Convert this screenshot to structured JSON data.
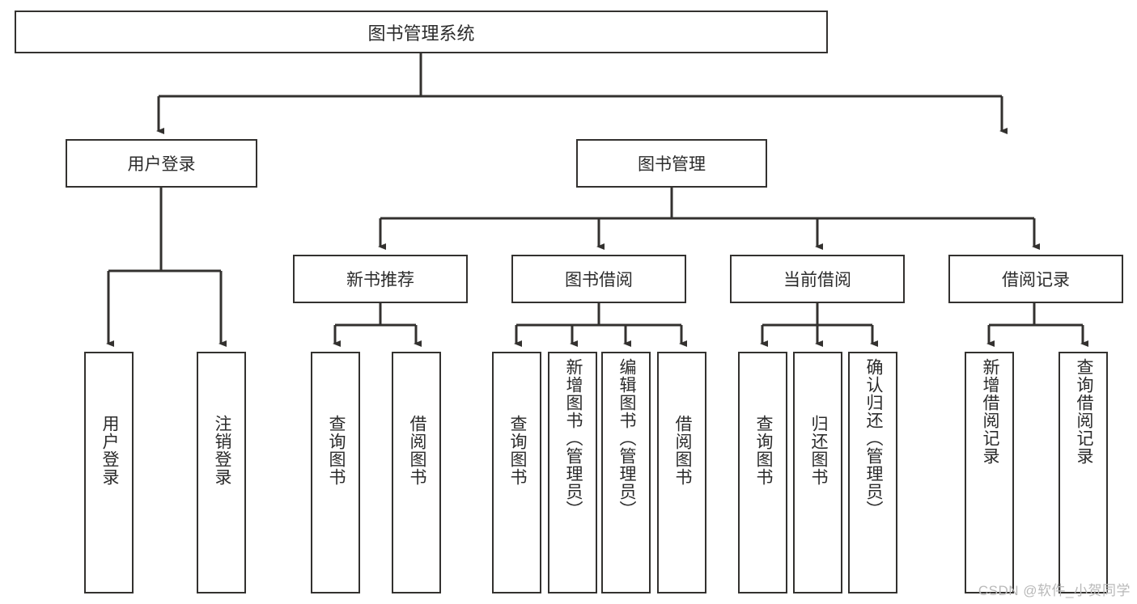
{
  "diagram": {
    "title": "图书管理系统",
    "type": "tree",
    "root": {
      "label": "图书管理系统"
    },
    "level1": [
      {
        "label": "用户登录"
      },
      {
        "label": "图书管理"
      }
    ],
    "level2": [
      {
        "label": "新书推荐"
      },
      {
        "label": "图书借阅"
      },
      {
        "label": "当前借阅"
      },
      {
        "label": "借阅记录"
      }
    ],
    "leaves": {
      "user_login": [
        {
          "label": "用户登录"
        },
        {
          "label": "注销登录"
        }
      ],
      "new_book_recommend": [
        {
          "label": "查询图书"
        },
        {
          "label": "借阅图书"
        }
      ],
      "book_borrow": [
        {
          "label": "查询图书"
        },
        {
          "label": "新增图书（管理员）"
        },
        {
          "label": "编辑图书（管理员）"
        },
        {
          "label": "借阅图书"
        }
      ],
      "current_borrow": [
        {
          "label": "查询图书"
        },
        {
          "label": "归还图书"
        },
        {
          "label": "确认归还（管理员）"
        }
      ],
      "borrow_record": [
        {
          "label": "新增借阅记录"
        },
        {
          "label": "查询借阅记录"
        }
      ]
    }
  },
  "watermark": {
    "text": "CSDN @软件_小贺同学"
  },
  "colors": {
    "box_border": "#33312f",
    "box_fill": "#ffffff",
    "text": "#2b2b2b",
    "connector": "#33312f",
    "watermark": "#b9b9b9",
    "background": "#ffffff"
  }
}
